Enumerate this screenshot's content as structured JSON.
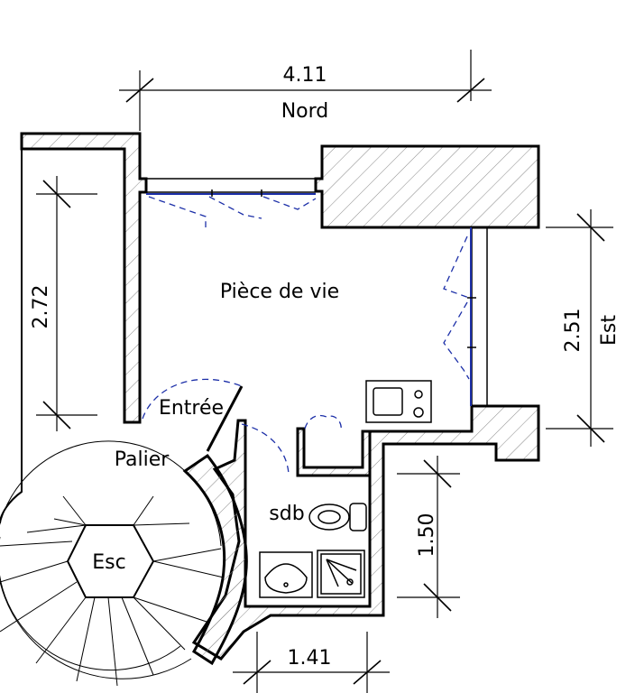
{
  "room_labels": {
    "piece_de_vie": "Pièce de vie",
    "entree": "Entrée",
    "palier": "Palier",
    "sdb": "sdb",
    "esc": "Esc"
  },
  "orientation_labels": {
    "nord": "Nord",
    "est": "Est"
  },
  "dimensions": {
    "north_width": "4.11",
    "west_depth": "2.72",
    "east_depth": "2.51",
    "bathroom_depth": "1.50",
    "bathroom_width": "1.41"
  },
  "colors": {
    "walls": "#000000",
    "door_swing": "#1c2fa8"
  }
}
